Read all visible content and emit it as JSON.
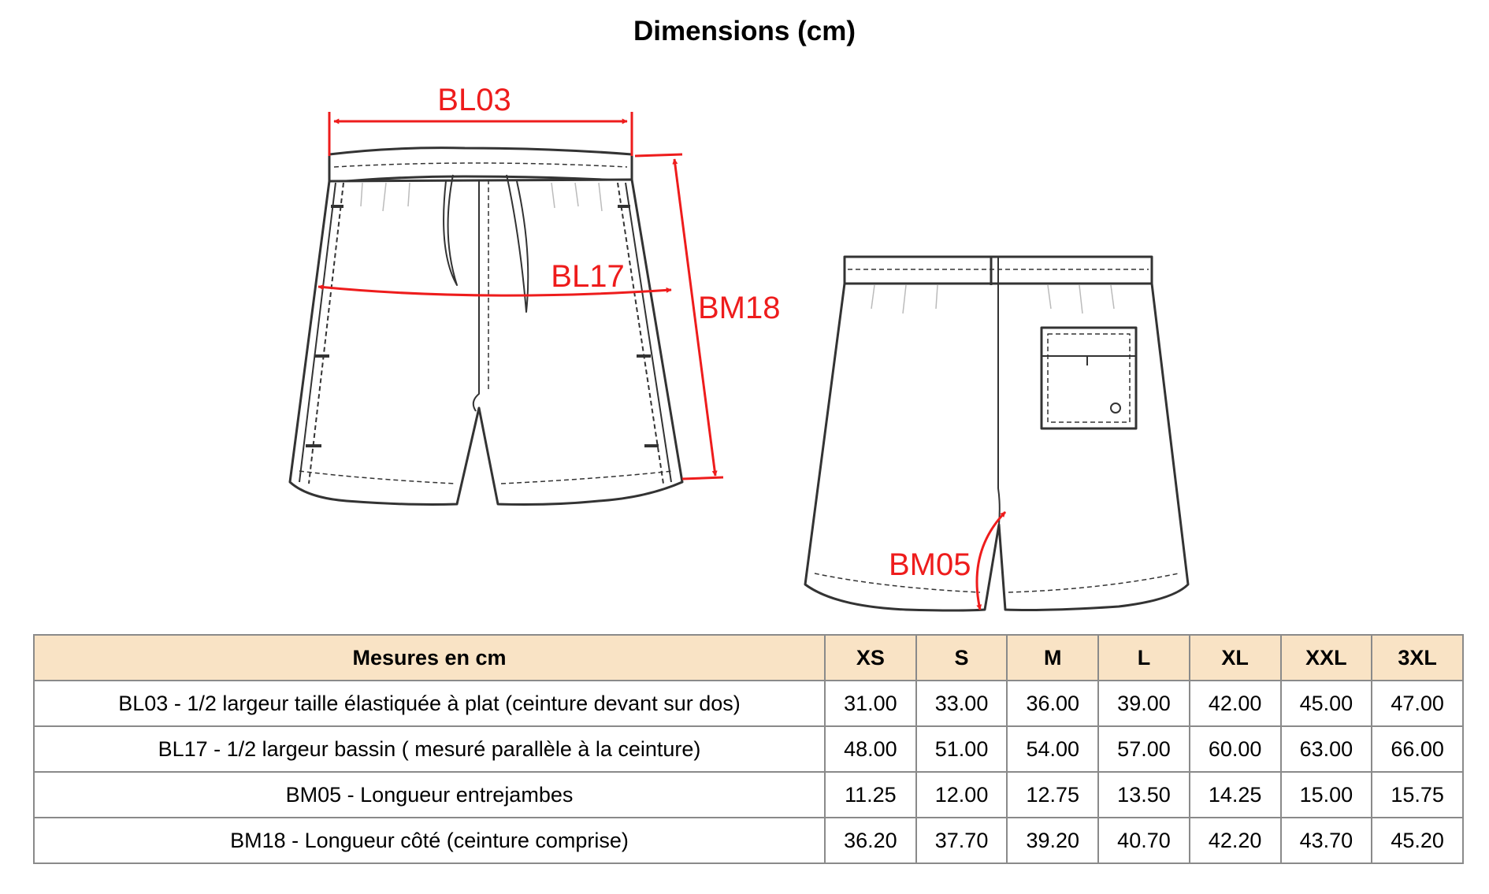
{
  "title": "Dimensions (cm)",
  "diagram": {
    "labels": {
      "bl03": "BL03",
      "bl17": "BL17",
      "bm18": "BM18",
      "bm05": "BM05"
    },
    "colors": {
      "measure": "#ee1c1c",
      "outline": "#333333"
    }
  },
  "table": {
    "header_bg": "#f9e3c5",
    "header": {
      "label": "Mesures en cm",
      "sizes": [
        "XS",
        "S",
        "M",
        "L",
        "XL",
        "XXL",
        "3XL"
      ]
    },
    "rows": [
      {
        "label": "BL03 - 1/2 largeur taille élastiquée à plat (ceinture devant sur dos)",
        "values": [
          "31.00",
          "33.00",
          "36.00",
          "39.00",
          "42.00",
          "45.00",
          "47.00"
        ]
      },
      {
        "label": "BL17 - 1/2 largeur bassin ( mesuré parallèle à la ceinture)",
        "values": [
          "48.00",
          "51.00",
          "54.00",
          "57.00",
          "60.00",
          "63.00",
          "66.00"
        ]
      },
      {
        "label": "BM05 - Longueur entrejambes",
        "values": [
          "11.25",
          "12.00",
          "12.75",
          "13.50",
          "14.25",
          "15.00",
          "15.75"
        ]
      },
      {
        "label": "BM18 - Longueur côté (ceinture comprise)",
        "values": [
          "36.20",
          "37.70",
          "39.20",
          "40.70",
          "42.20",
          "43.70",
          "45.20"
        ]
      }
    ]
  }
}
